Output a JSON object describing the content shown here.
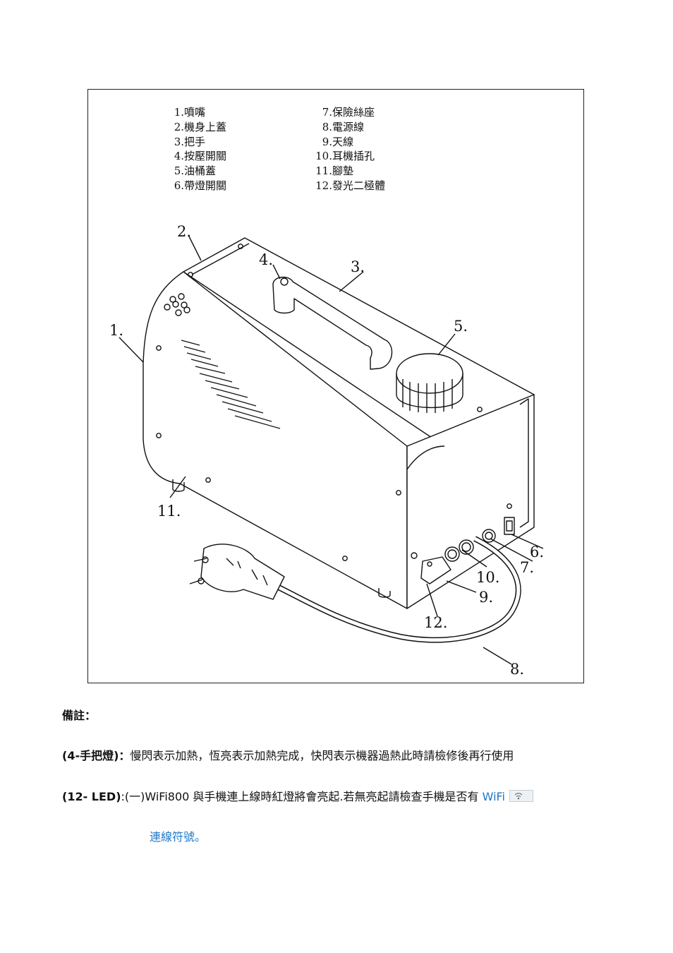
{
  "legend": {
    "left": [
      {
        "num": "1.",
        "label": "噴嘴"
      },
      {
        "num": "2.",
        "label": "機身上蓋"
      },
      {
        "num": "3.",
        "label": "把手"
      },
      {
        "num": "4.",
        "label": "按壓開關"
      },
      {
        "num": "5.",
        "label": "油桶蓋"
      },
      {
        "num": "6.",
        "label": "帶燈開關"
      }
    ],
    "right": [
      {
        "num": "7.",
        "label": "保險絲座"
      },
      {
        "num": "8.",
        "label": "電源線"
      },
      {
        "num": "9.",
        "label": "天線"
      },
      {
        "num": "10.",
        "label": "耳機插孔"
      },
      {
        "num": "11.",
        "label": "腳墊"
      },
      {
        "num": "12.",
        "label": "發光二極體"
      }
    ]
  },
  "callouts": {
    "c1": "1.",
    "c2": "2.",
    "c3": "3.",
    "c4": "4.",
    "c5": "5.",
    "c6": "6.",
    "c7": "7.",
    "c8": "8.",
    "c9": "9.",
    "c10": "10.",
    "c11": "11.",
    "c12": "12."
  },
  "notes": {
    "heading": "備註：",
    "line1_label": "(4-手把燈)：",
    "line1_text": "慢閃表示加熱，恆亮表示加熱完成，快閃表示機器過熱此時請檢修後再行使用",
    "line2_label": "(12- LED)",
    "line2_text": ":(一)WiFi800 與手機連上線時紅燈將會亮起.若無亮起請檢查手機是否有 ",
    "line2_wifi": "WiFi",
    "line3_text": "連線符號。"
  },
  "icons": {
    "wifi": "wifi-signal-icon"
  },
  "colors": {
    "accent_blue": "#1f79c7"
  }
}
